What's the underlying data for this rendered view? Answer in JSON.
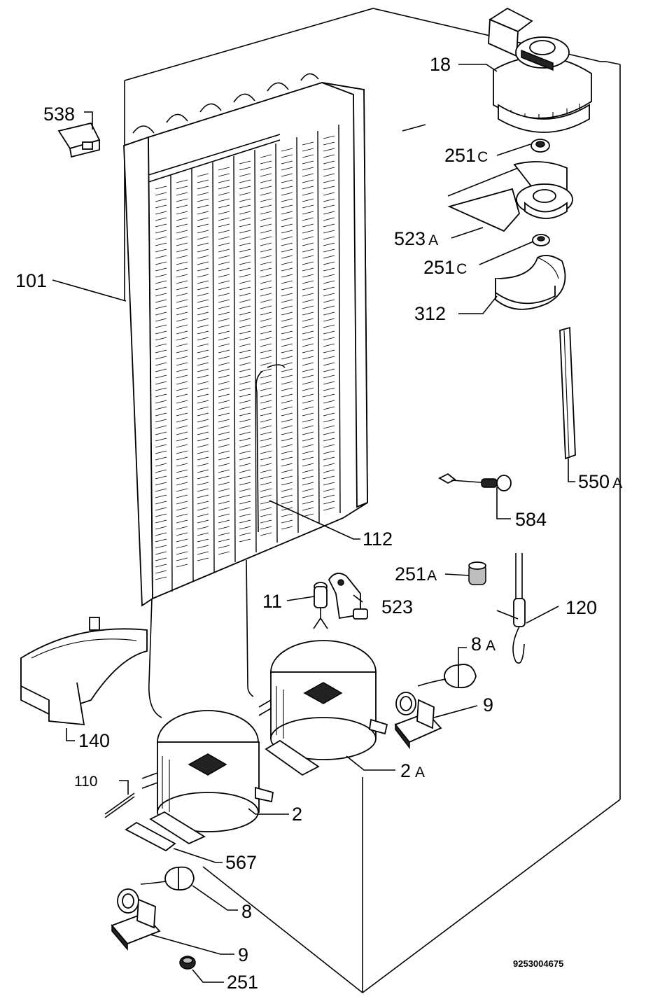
{
  "labels": {
    "p538": "538",
    "p18": "18",
    "p251c_top_num": "251",
    "p251c_top_suf": "C",
    "p523a_num": "523",
    "p523a_suf": "A",
    "p251c_bot_num": "251",
    "p251c_bot_suf": "C",
    "p101": "101",
    "p312": "312",
    "p550a_num": "550",
    "p550a_suf": "A",
    "p584": "584",
    "p112": "112",
    "p251a_num": "251",
    "p251a_suf": "A",
    "p11": "11",
    "p523": "523",
    "p120": "120",
    "p8a_num": "8",
    "p8a_suf": "A",
    "p9_right": "9",
    "p140": "140",
    "p2a_num": "2",
    "p2a_suf": "A",
    "p110": "110",
    "p2": "2",
    "p567": "567",
    "p8": "8",
    "p9_bottom": "9",
    "p251": "251"
  },
  "document_code": "9253004675"
}
